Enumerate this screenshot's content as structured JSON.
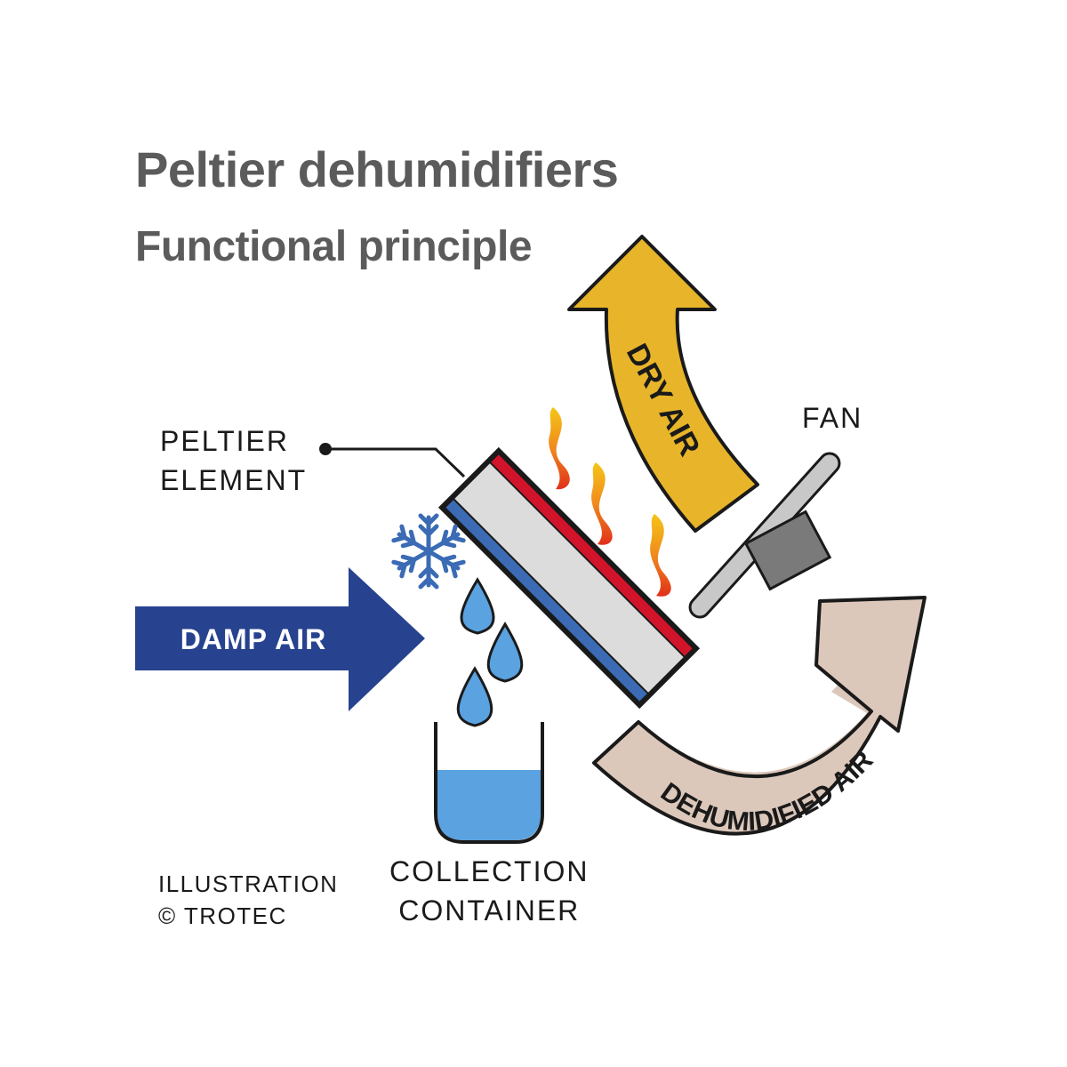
{
  "title": "Peltier dehumidifiers",
  "subtitle": "Functional principle",
  "labels": {
    "peltier_line1": "PELTIER",
    "peltier_line2": "ELEMENT",
    "fan": "FAN",
    "collection_line1": "COLLECTION",
    "collection_line2": "CONTAINER"
  },
  "arrows": {
    "damp_air": "DAMP AIR",
    "dry_air": "DRY AIR",
    "dehumidified_air": "DEHUMIDIFIED AIR"
  },
  "credit": {
    "line1": "ILLUSTRATION",
    "line2": "© TROTEC"
  },
  "colors": {
    "damp_air": "#27428e",
    "dry_air": "#e8b52a",
    "dehumidified_air": "#dcc8bb",
    "hot_side": "#d2142a",
    "cold_side": "#3b6bb5",
    "water": "#5aa2e0",
    "title": "#5b5b5b"
  }
}
